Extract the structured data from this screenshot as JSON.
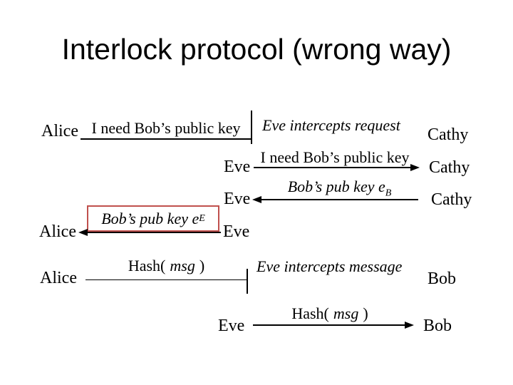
{
  "title": "Interlock protocol (wrong way)",
  "colors": {
    "background": "#ffffff",
    "text": "#000000",
    "line": "#000000",
    "highlight_box_border": "#c0504d"
  },
  "diagram": {
    "type": "protocol-sequence",
    "actors": [
      "Alice",
      "Eve",
      "Cathy",
      "Bob"
    ],
    "rows": [
      {
        "from": "Alice",
        "to": "Cathy",
        "label": "I need Bob’s public key",
        "arrow": "blocked",
        "annotation": "Eve intercepts request"
      },
      {
        "from": "Eve",
        "to": "Cathy",
        "label": "I need Bob’s public key",
        "arrow": "right"
      },
      {
        "from": "Eve",
        "to": "Cathy",
        "label_text": "Bob’s pub key e",
        "label_sub": "B",
        "arrow": "left"
      },
      {
        "from": "Alice",
        "to": "Eve",
        "label_text": "Bob’s pub key e",
        "label_sub": "E",
        "arrow": "left",
        "highlighted": true
      },
      {
        "from": "Alice",
        "to": "Bob",
        "label_pre": "Hash(",
        "label_arg": "msg",
        "label_post": ")",
        "arrow": "blocked",
        "annotation": "Eve intercepts message"
      },
      {
        "from": "Eve",
        "to": "Bob",
        "label_pre": "Hash(",
        "label_arg": "msg",
        "label_post": ")",
        "arrow": "right"
      }
    ]
  }
}
